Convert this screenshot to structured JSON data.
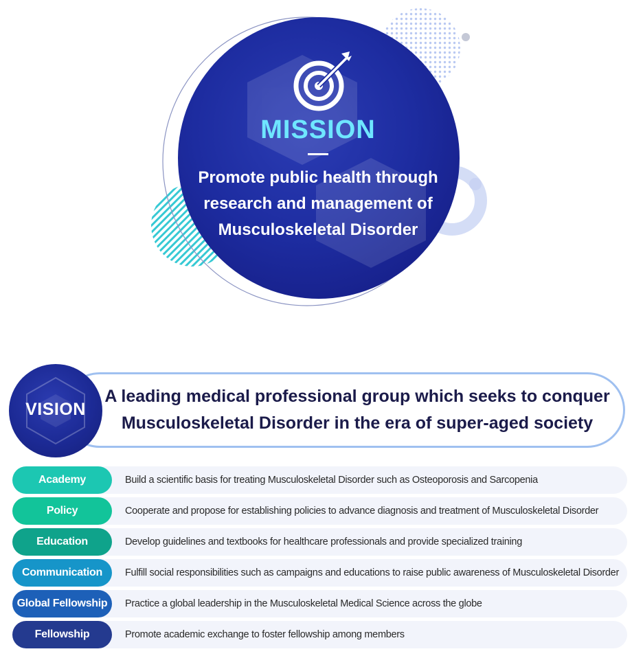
{
  "mission": {
    "title": "MISSION",
    "line1": "Promote public health through",
    "line2": "research and management of",
    "line3": "Musculoskeletal Disorder"
  },
  "vision": {
    "label": "VISION",
    "line1": "A leading medical professional group which seeks to conquer",
    "line2": "Musculoskeletal Disorder in the era of super-aged society"
  },
  "goals": [
    {
      "label": "Academy",
      "desc": "Build a scientific basis for treating Musculoskeletal Disorder such as Osteoporosis and Sarcopenia",
      "color": "#1cc7b2"
    },
    {
      "label": "Policy",
      "desc": "Cooperate and propose for establishing policies to advance diagnosis and treatment of Musculoskeletal Disorder",
      "color": "#12c49a"
    },
    {
      "label": "Education",
      "desc": "Develop guidelines and textbooks for healthcare professionals and provide specialized training",
      "color": "#0fa38b"
    },
    {
      "label": "Communication",
      "desc": "Fulfill social responsibilities such as campaigns and educations to raise public awareness of Musculoskeletal Disorder",
      "color": "#1695c9"
    },
    {
      "label": "Global Fellowship",
      "desc": "Practice a global leadership in the Musculoskeletal Medical Science across the globe",
      "color": "#1d60b8"
    },
    {
      "label": "Fellowship",
      "desc": "Promote academic exchange to foster fellowship among members",
      "color": "#243a8f"
    }
  ],
  "icons": {
    "mission": "target-icon",
    "vision": "hexagon-pattern"
  },
  "colors": {
    "mission_bg": "#1d2ca0",
    "mission_title": "#6fe6ff",
    "vision_border": "#9fc0f0"
  }
}
